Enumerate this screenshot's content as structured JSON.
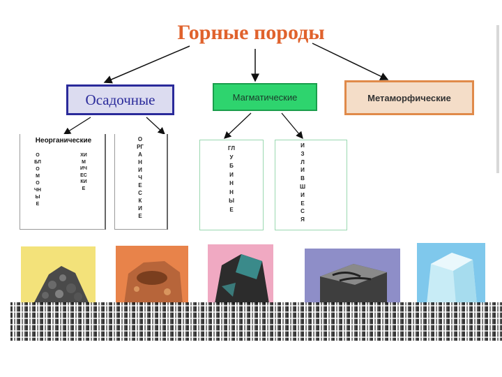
{
  "title": "Горные породы",
  "categories": {
    "sedimentary": "Осадочные",
    "igneous": "Магматические",
    "metamorphic": "Метаморфические"
  },
  "sedimentary_sub": {
    "inorganic": "Неорганические",
    "clastic": "ОБЛОМОЧНЫЕ",
    "chemical": "ХИМИЧЕСКИЕ",
    "organic": "ОРГАНИЧЕСКИЕ"
  },
  "igneous_sub": {
    "deep": "ГЛУБИННЫЕ",
    "extrusive": "ИЗЛИВШИЕСЯ"
  },
  "colors": {
    "title": "#e0622c",
    "sedimentary_border": "#2a2a9a",
    "igneous_fill": "#2ed46e",
    "metamorphic_border": "#e08a4a"
  }
}
